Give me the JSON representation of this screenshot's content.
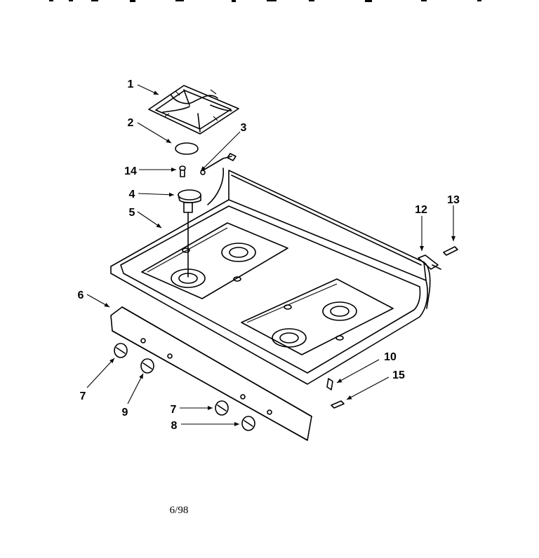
{
  "diagram": {
    "callouts": {
      "c1": "1",
      "c2": "2",
      "c3": "3",
      "c14": "14",
      "c4": "4",
      "c5": "5",
      "c12": "12",
      "c13": "13",
      "c6": "6",
      "c10": "10",
      "c15": "15",
      "c7a": "7",
      "c9": "9",
      "c7b": "7",
      "c8": "8"
    },
    "footer_code": "6/98"
  }
}
